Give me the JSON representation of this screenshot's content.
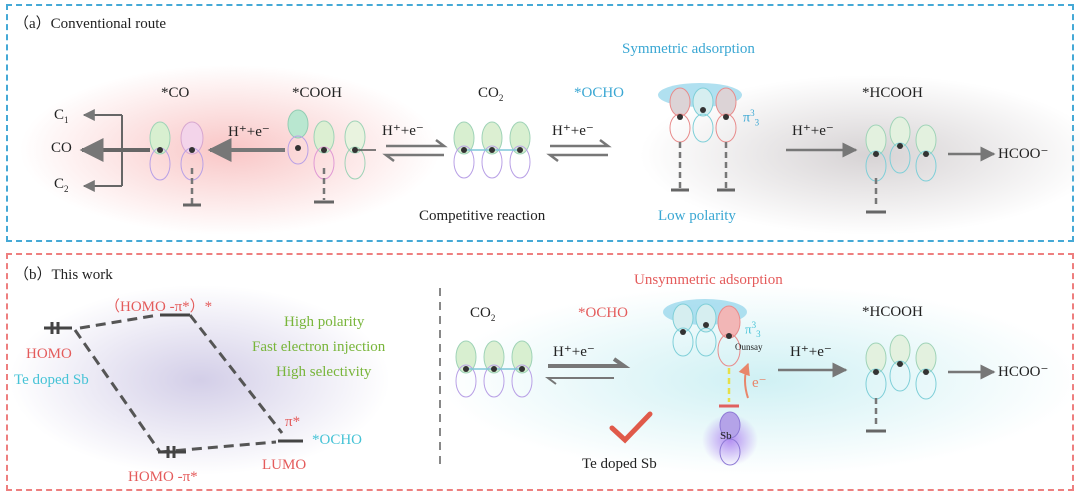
{
  "panel_a": {
    "label": "（a）Conventional route",
    "symmetric": "Symmetric adsorption",
    "co_star": "*CO",
    "cooh": "*COOH",
    "co2": "CO",
    "co2_sub": "2",
    "ocho": "*OCHO",
    "hcooh": "*HCOOH",
    "hplus_e": "H⁺+e⁻",
    "c1": "C",
    "c1_sub": "1",
    "co": "CO",
    "c2": "C",
    "c2_sub": "2",
    "hcoo": "HCOO⁻",
    "competitive": "Competitive reaction",
    "low_polarity": "Low polarity",
    "pi_label": "π",
    "pi_sup": "3",
    "pi_sub": "3"
  },
  "panel_b": {
    "label": "（b）This work",
    "homo_pi_top": "（HOMO -π*）*",
    "homo": "HOMO",
    "te_doped_sb_left": "Te doped Sb",
    "homo_pi_bottom": "HOMO -π*",
    "lumo": "LUMO",
    "pi_star": "π*",
    "ocho_right": "*OCHO",
    "high_polarity": "High polarity",
    "fast_injection": "Fast electron injection",
    "high_selectivity": "High selectivity",
    "co2": "CO",
    "co2_sub": "2",
    "ocho": "*OCHO",
    "unsymmetric": "Unsymmetric adsorption",
    "hplus_e": "H⁺+e⁻",
    "hcooh": "*HCOOH",
    "hcoo": "HCOO⁻",
    "e_minus": "e⁻",
    "sb": "Sb",
    "o_unsay": "Ounsay",
    "te_doped_sb": "Te doped Sb"
  },
  "colors": {
    "panel_a_border": "#45a9d6",
    "panel_b_border": "#ee7f7f",
    "accent_blue": "#3aa7d3",
    "accent_red": "#e45b5b",
    "accent_green": "#78b53a"
  }
}
